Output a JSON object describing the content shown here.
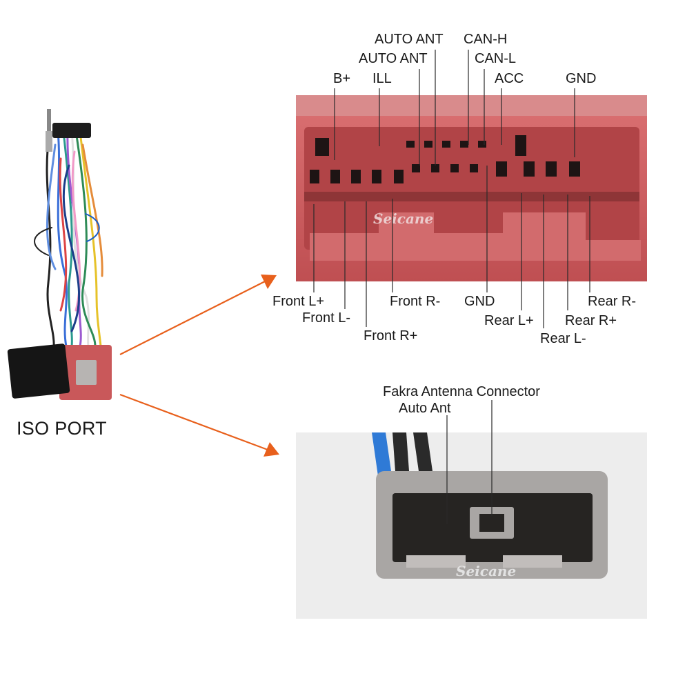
{
  "iso_port_label": "ISO PORT",
  "top_connector": {
    "watermark": "Seicane",
    "upper_labels": {
      "auto_ant_1": "AUTO ANT",
      "can_h": "CAN-H",
      "auto_ant_2": "AUTO ANT",
      "can_l": "CAN-L",
      "b_plus": "B+",
      "ill": "ILL",
      "acc": "ACC",
      "gnd": "GND"
    },
    "lower_labels": {
      "front_l_plus": "Front L+",
      "front_l_minus": "Front L-",
      "front_r_plus": "Front R+",
      "front_r_minus": "Front R-",
      "gnd": "GND",
      "rear_l_plus": "Rear L+",
      "rear_l_minus": "Rear L-",
      "rear_r_plus": "Rear R+",
      "rear_r_minus": "Rear R-"
    }
  },
  "bottom_connector": {
    "watermark": "Seicane",
    "title": "Fakra Antenna Connector",
    "subtitle": "Auto Ant"
  },
  "colors": {
    "arrow": "#e8601c",
    "connector_red": "#c9585a",
    "connector_grey": "#a9a6a4"
  }
}
